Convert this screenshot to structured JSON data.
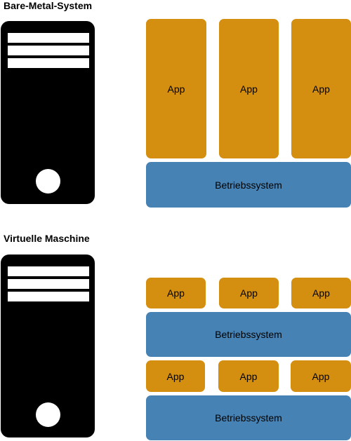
{
  "colors": {
    "app": "#d58f10",
    "os": "#4682b4",
    "hardware": "#000000"
  },
  "bare_metal": {
    "title": "Bare-Metal-System",
    "apps": [
      "App",
      "App",
      "App"
    ],
    "os_label": "Betriebssystem"
  },
  "virtual_machine": {
    "title": "Virtuelle Maschine",
    "guest_layer": {
      "apps": [
        "App",
        "App",
        "App"
      ],
      "os_label": "Betriebssystem"
    },
    "host_layer": {
      "apps": [
        "App",
        "App",
        "App"
      ],
      "os_label": "Betriebssystem"
    }
  }
}
